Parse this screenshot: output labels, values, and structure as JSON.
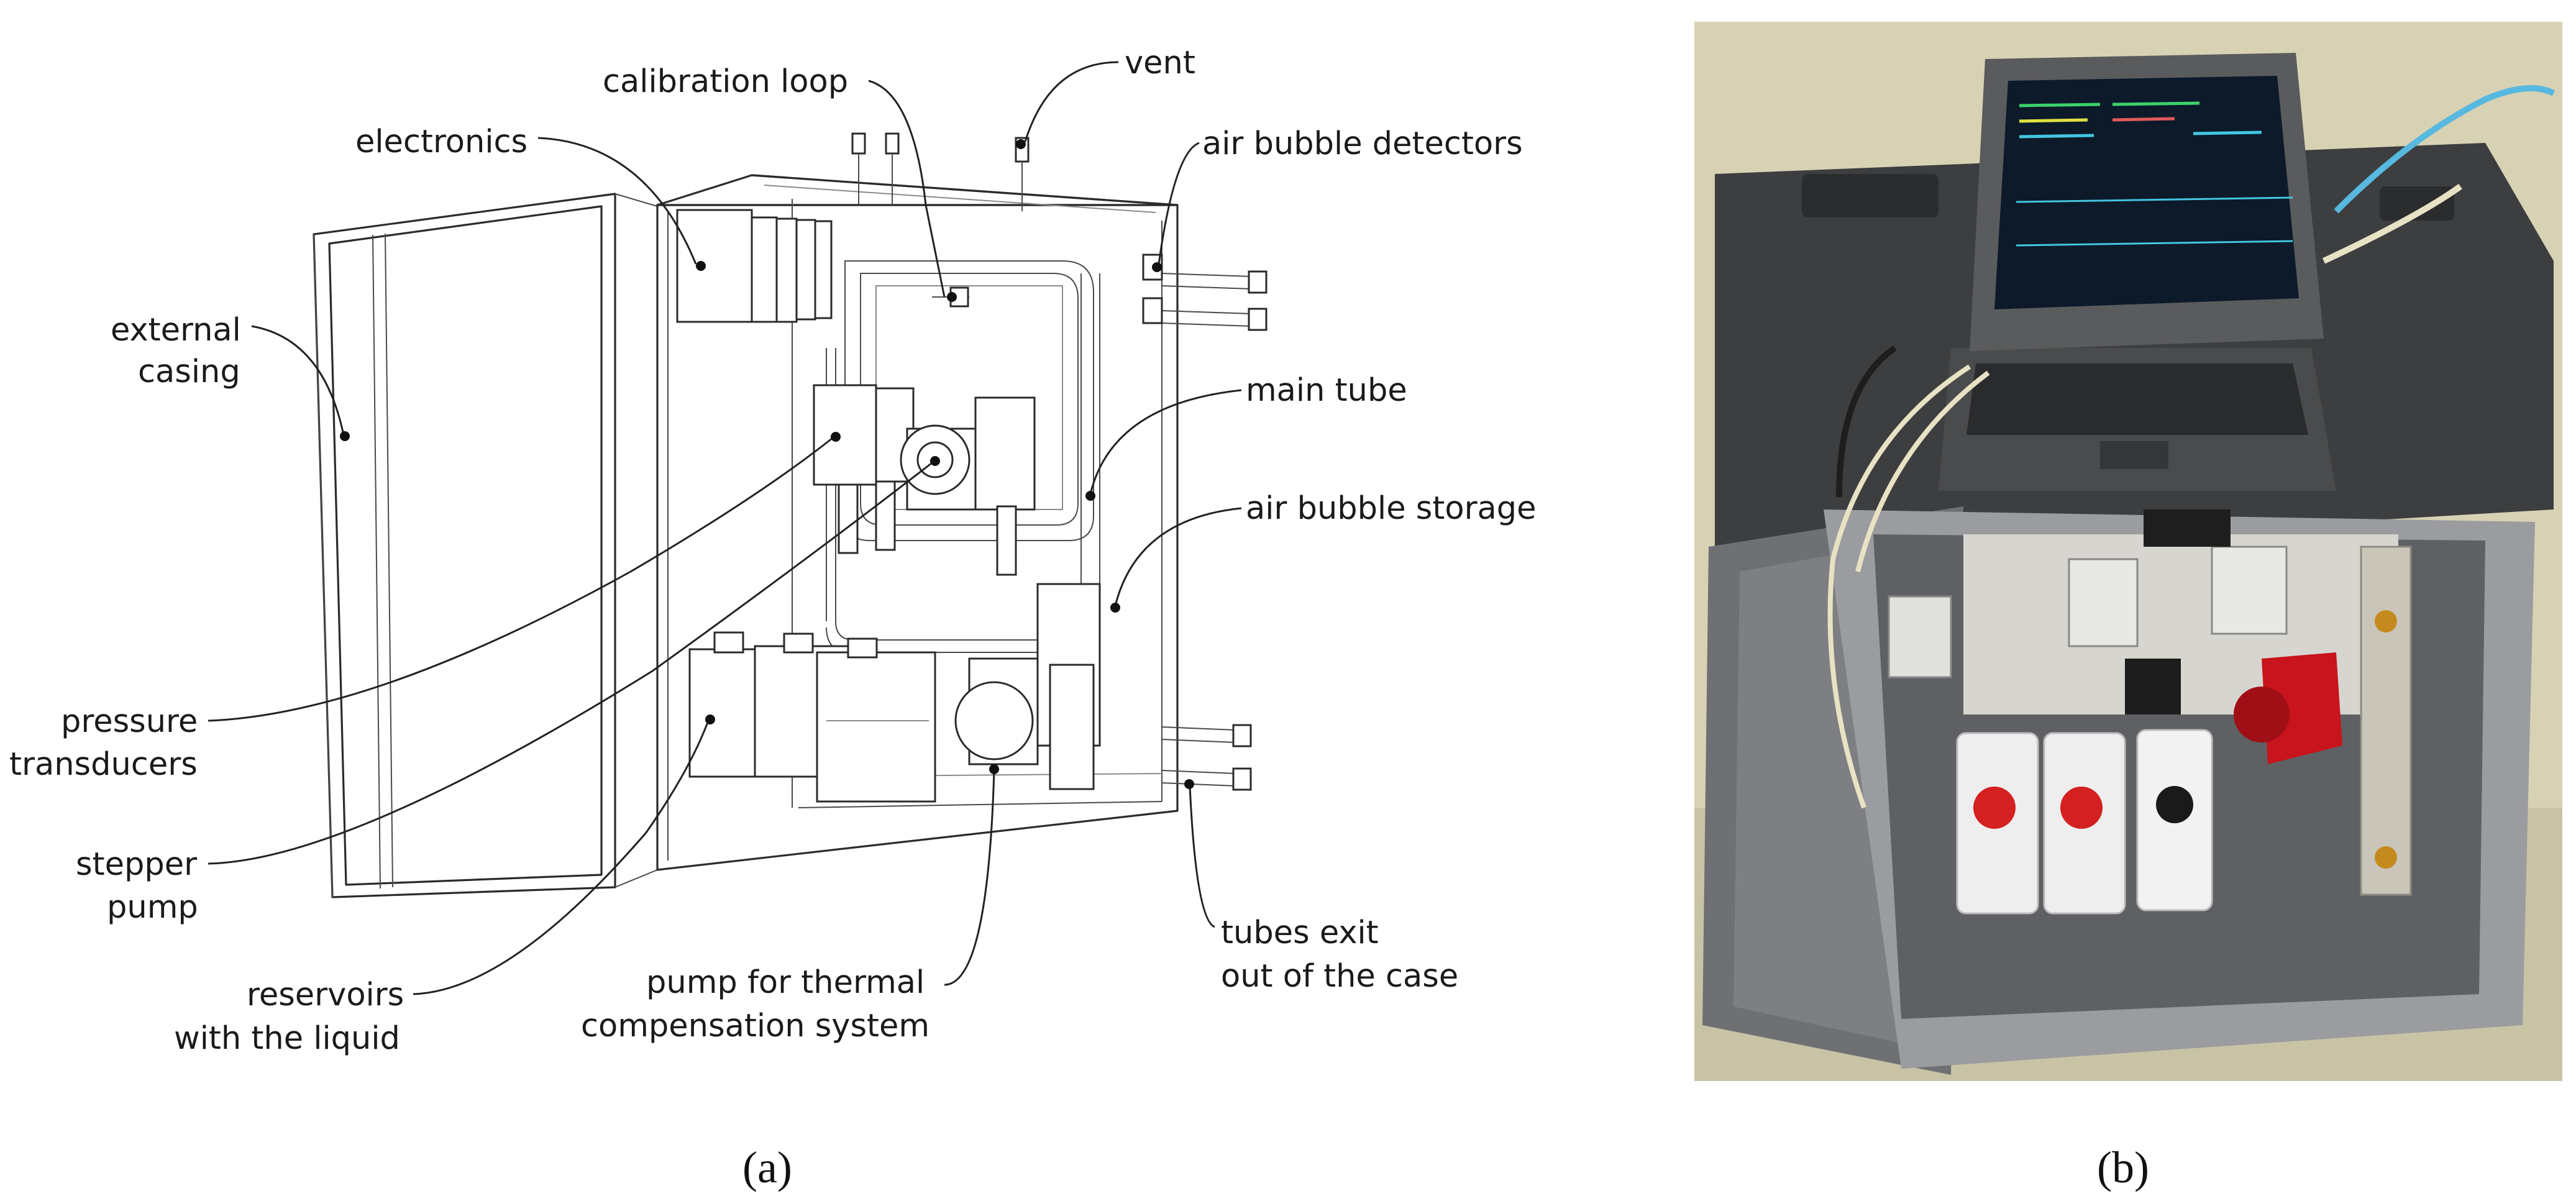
{
  "figure": {
    "panel_a": {
      "caption": "(a)",
      "labels": {
        "calibration_loop": "calibration loop",
        "vent": "vent",
        "electronics": "electronics",
        "air_bubble_detectors": "air bubble detectors",
        "external_casing_1": "external",
        "external_casing_2": "casing",
        "main_tube": "main tube",
        "air_bubble_storage": "air bubble storage",
        "pressure_transducers_1": "pressure",
        "pressure_transducers_2": "transducers",
        "stepper_pump_1": "stepper",
        "stepper_pump_2": "pump",
        "reservoirs_1": "reservoirs",
        "reservoirs_2": "with the liquid",
        "pump_thermal_1": "pump for thermal",
        "pump_thermal_2": "compensation system",
        "tubes_exit_1": "tubes exit",
        "tubes_exit_2": "out of the case"
      }
    },
    "panel_b": {
      "caption": "(b)"
    }
  },
  "colors": {
    "line": "#2b2b2b",
    "photo_wall": "#d8d2b4",
    "case_gray": "#7d7f82",
    "case_dark": "#3c3e40",
    "laptop_screen": "#0c1a2a",
    "screen_green": "#3bd16b",
    "screen_cyan": "#43c6e0",
    "cap_red": "#d42020",
    "pump_red": "#c8141c",
    "reservoir_white": "#eeeeee",
    "tube_blue": "#57b8e0"
  }
}
